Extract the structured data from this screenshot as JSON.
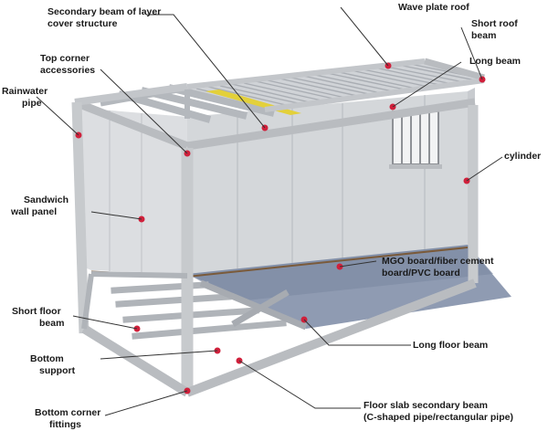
{
  "colors": {
    "frame": "#b9bcc0",
    "frame_dark": "#8e9196",
    "frame_light": "#e3e5e8",
    "wall": "#d7d9dc",
    "wall_shade": "#c2c5c9",
    "floor": "#8e9bb3",
    "roof": "#cfd2d6",
    "roof_rib": "#a9adb3",
    "floor_edge": "#7a5a3a",
    "yellow": "#e8d23a",
    "marker": "#d0203b",
    "line": "#333333"
  },
  "labels": {
    "secondary_beam": [
      "Secondary beam of layer",
      "cover structure"
    ],
    "top_corner": [
      "Top corner",
      "accessories"
    ],
    "rainwater": [
      "Rainwater",
      "pipe"
    ],
    "sandwich": [
      "Sandwich",
      "wall panel"
    ],
    "short_floor": [
      "Short floor",
      "beam"
    ],
    "bottom_support": [
      "Bottom",
      "support"
    ],
    "bottom_corner": [
      "Bottom corner",
      "fittings"
    ],
    "wave_plate": [
      "Wave plate roof"
    ],
    "short_roof": [
      "Short roof",
      "beam"
    ],
    "long_beam": [
      "Long beam"
    ],
    "cylinder": [
      "cylinder"
    ],
    "mgo": [
      "MGO board/fiber cement",
      "board/PVC board"
    ],
    "long_floor": [
      "Long floor beam"
    ],
    "floor_slab": [
      "Floor slab secondary beam",
      "(C-shaped pipe/rectangular pipe)"
    ]
  }
}
